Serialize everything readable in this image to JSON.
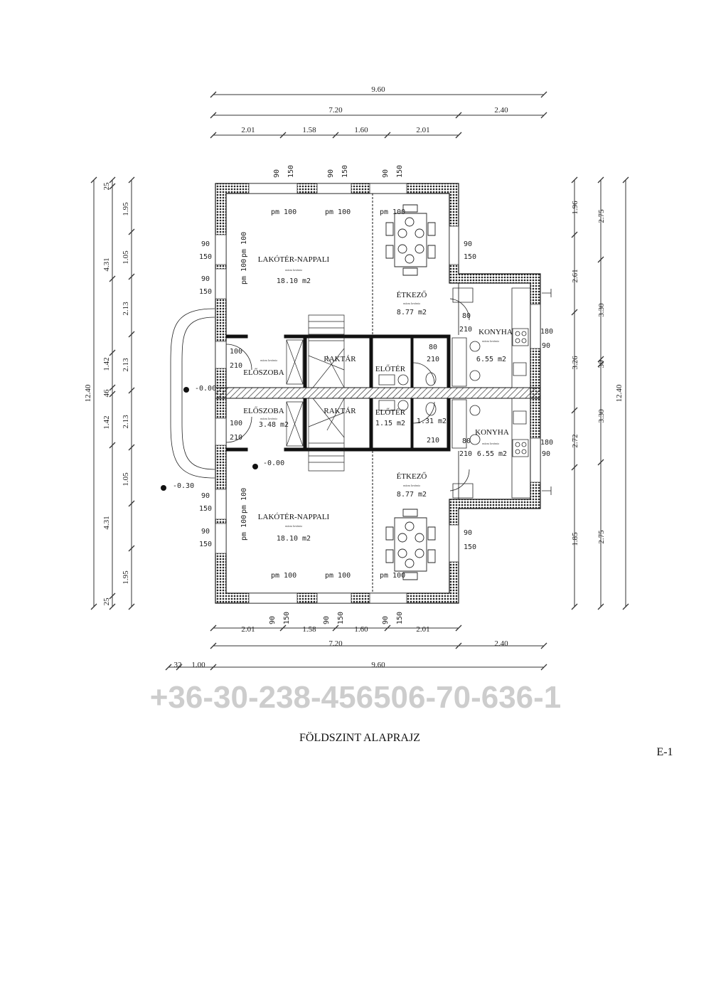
{
  "title": "FÖLDSZINT ALAPRAJZ",
  "sheet": "E-1",
  "watermark": "+36-30-238-456506-70-636-1",
  "floor_material": "mázas kerámia",
  "dimensions": {
    "top": {
      "overall": "9.60",
      "row2": [
        "7.20",
        "2.40"
      ],
      "row3": [
        "2.01",
        "1.58",
        "1.60",
        "2.01"
      ]
    },
    "bottom": {
      "row1": [
        "2.01",
        "1.58",
        "1.60",
        "2.01"
      ],
      "row2": [
        "7.20",
        "2.40"
      ],
      "row3": [
        "32",
        "1.00",
        "9.60"
      ]
    },
    "left": {
      "overall": "12.40",
      "middle": [
        "25",
        "4.31",
        "1.42",
        "46",
        "1.42",
        "4.31",
        "25"
      ],
      "inner": [
        "1.95",
        "1.05",
        "2.13",
        "2.13",
        "2.13",
        "1.05",
        "1.95"
      ]
    },
    "right": {
      "inner": [
        "1.96",
        "2.61",
        "3.26",
        "2.72",
        "1.85"
      ],
      "middle": [
        "2.75",
        "3.30",
        "30",
        "3.30",
        "2.75"
      ],
      "overall": "12.40"
    }
  },
  "openings": {
    "win_w": "90",
    "win_h": "150",
    "parapet": "pm 100",
    "door_entry_w": "100",
    "door_h": "210",
    "door_int_w": "80",
    "door_h2": "210",
    "kitchen_win_w": "180",
    "kitchen_win_h": "90"
  },
  "levels": {
    "entry": "-0.00",
    "floor": "-0.00",
    "ground": "-0.30"
  },
  "rooms_top": {
    "living": {
      "name": "LAKÓTÉR-NAPPALI",
      "area": "18.10 m2"
    },
    "dining": {
      "name": "ÉTKEZŐ",
      "area": "8.77 m2"
    },
    "kitchen": {
      "name": "KONYHA",
      "area": "6.55 m2"
    },
    "hall": {
      "name": "ELŐSZOBA"
    },
    "storage": {
      "name": "RAKTÁR"
    },
    "vestibule": {
      "name": "ELŐTÉR"
    }
  },
  "rooms_bottom": {
    "living": {
      "name": "LAKÓTÉR-NAPPALI",
      "area": "18.10 m2"
    },
    "dining": {
      "name": "ÉTKEZŐ",
      "area": "8.77 m2"
    },
    "kitchen": {
      "name": "KONYHA",
      "area": "6.55 m2"
    },
    "hall": {
      "name": "ELŐSZOBA",
      "area": "3.48 m2"
    },
    "storage": {
      "name": "RAKTÁR"
    },
    "vestibule": {
      "name": "ELŐTÉR",
      "area": "1.15 m2"
    },
    "wc": {
      "area": "1.31 m2"
    }
  }
}
